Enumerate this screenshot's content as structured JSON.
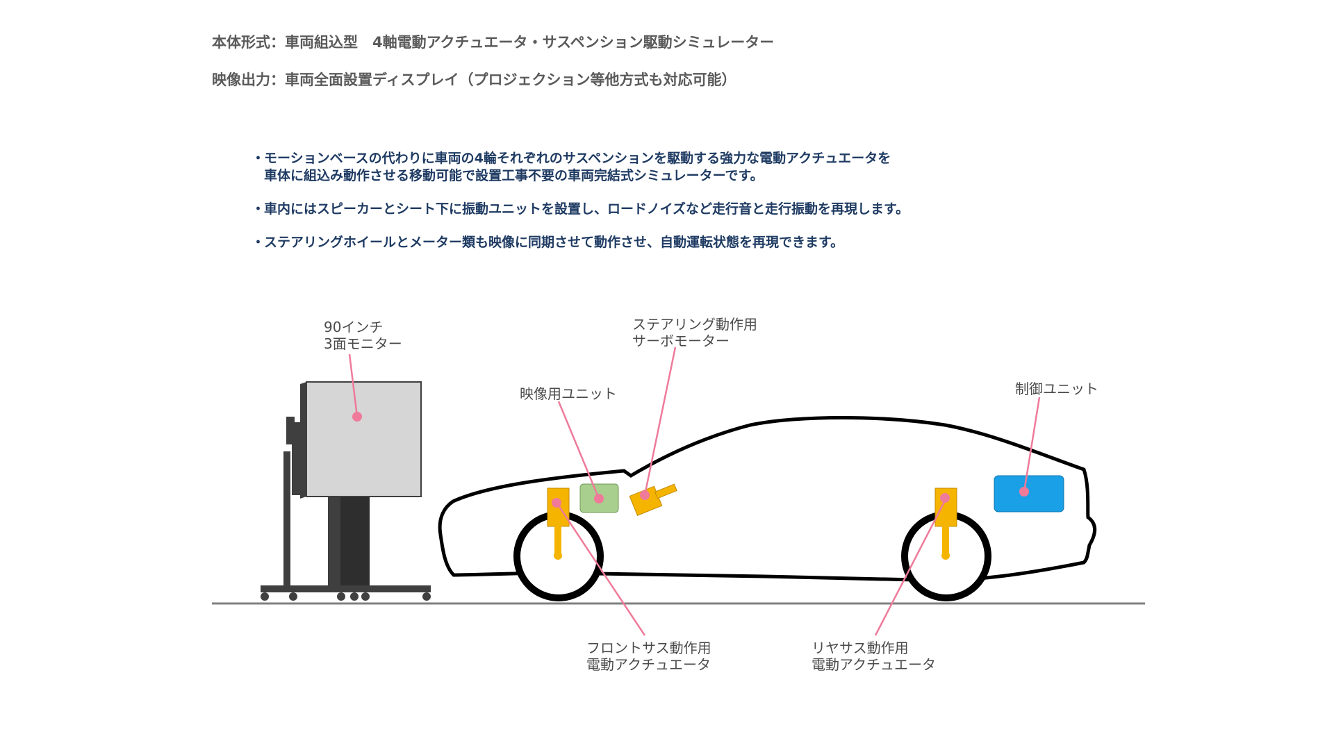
{
  "specs": {
    "line1": "本体形式：車両組込型　4軸電動アクチュエータ・サスペンション駆動シミュレーター",
    "line2": "映像出力：車両全面設置ディスプレイ（プロジェクション等他方式も対応可能）"
  },
  "bullets": [
    {
      "dot": "・",
      "line1": "モーションベースの代わりに車両の4輪それぞれのサスペンションを駆動する強力な電動アクチュエータを",
      "line2": "車体に組込み動作させる移動可能で設置工事不要の車両完結式シミュレーターです。"
    },
    {
      "dot": "・",
      "line1": "車内にはスピーカーとシート下に振動ユニットを設置し、ロードノイズなど走行音と走行振動を再現します。"
    },
    {
      "dot": "・",
      "line1": "ステアリングホイールとメーター類も映像に同期させて動作させ、自動運転状態を再現できます。"
    }
  ],
  "labels": {
    "monitor": [
      "90インチ",
      "3面モニター"
    ],
    "steering_motor": [
      "ステアリング動作用",
      "サーボモーター"
    ],
    "video_unit": [
      "映像用ユニット"
    ],
    "control_unit": [
      "制御ユニット"
    ],
    "front_actuator": [
      "フロントサス動作用",
      "電動アクチュエータ"
    ],
    "rear_actuator": [
      "リヤサス動作用",
      "電動アクチュエータ"
    ]
  },
  "colors": {
    "leader": "#ef7a9a",
    "actuator": "#f5b400",
    "video_unit": "#a9cf8f",
    "control_unit": "#1aa0e6",
    "monitor_face": "#d6d6d6",
    "stand": "#3f3f3f",
    "ground": "#808080",
    "spec_text": "#5a5a5a",
    "bullet_text": "#1f3b63"
  }
}
